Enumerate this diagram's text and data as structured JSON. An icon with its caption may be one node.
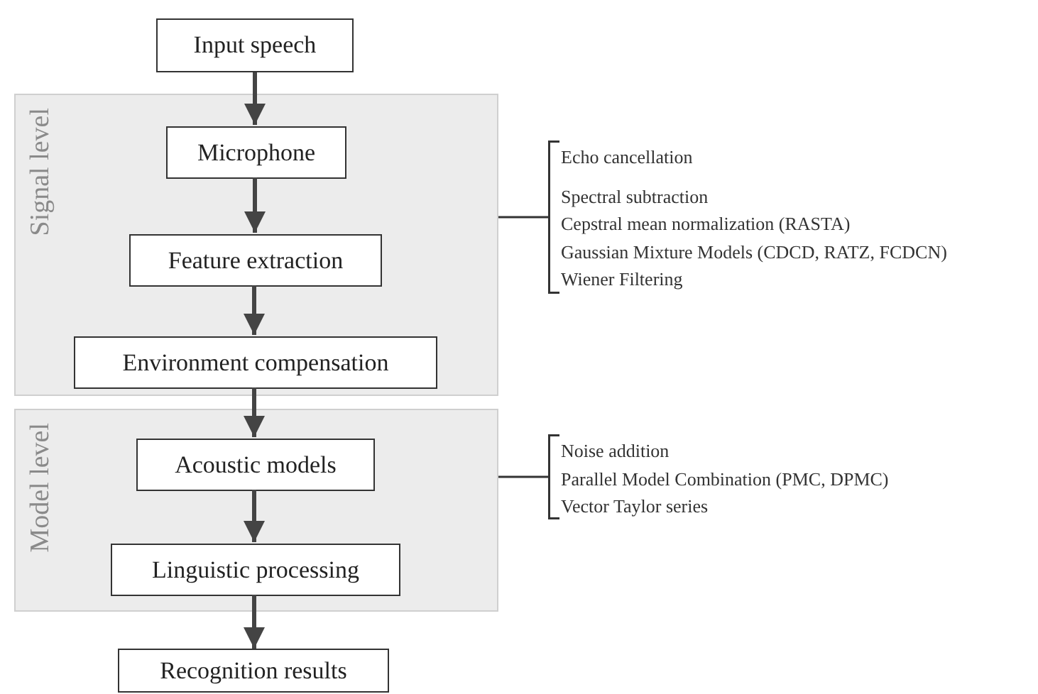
{
  "diagram": {
    "nodes": [
      {
        "text": [
          "Input speech"
        ]
      },
      {
        "text": [
          "Signal level"
        ]
      },
      {
        "text": [
          "Microphone"
        ],
        "in": 1
      },
      {
        "text": [
          "Feature extraction"
        ],
        "in": 1
      },
      {
        "text": [
          "Environment compensation"
        ],
        "in": 1
      },
      {
        "text": [
          "Model level"
        ]
      },
      {
        "text": [
          "Acoustic models"
        ],
        "in": 5
      },
      {
        "text": [
          "Linguistic processing"
        ],
        "in": 5
      },
      {
        "text": [
          "Recognition results"
        ]
      },
      {
        "text": [
          "Echo cancellation",
          "Spectral subtraction",
          "Cepstral mean normalization (RASTA)",
          "Gaussian Mixture Models (CDCD, RATZ, FCDCN)",
          "Wiener Filtering"
        ]
      },
      {
        "text": [
          "Noise addition",
          "Parallel Model Combination (PMC, DPMC)",
          "Vector Taylor series"
        ]
      }
    ],
    "edges": [
      {
        "from": 0,
        "to": 2,
        "arrow": "to"
      },
      {
        "from": 2,
        "to": 3,
        "arrow": "to"
      },
      {
        "from": 3,
        "to": 4,
        "arrow": "to"
      },
      {
        "from": 4,
        "to": 6,
        "arrow": "to"
      },
      {
        "from": 6,
        "to": 7,
        "arrow": "to"
      },
      {
        "from": 7,
        "to": 8,
        "arrow": "to"
      },
      {
        "from": 1,
        "to": 9,
        "arrow": "none"
      },
      {
        "from": 5,
        "to": 10,
        "arrow": "none"
      }
    ]
  }
}
